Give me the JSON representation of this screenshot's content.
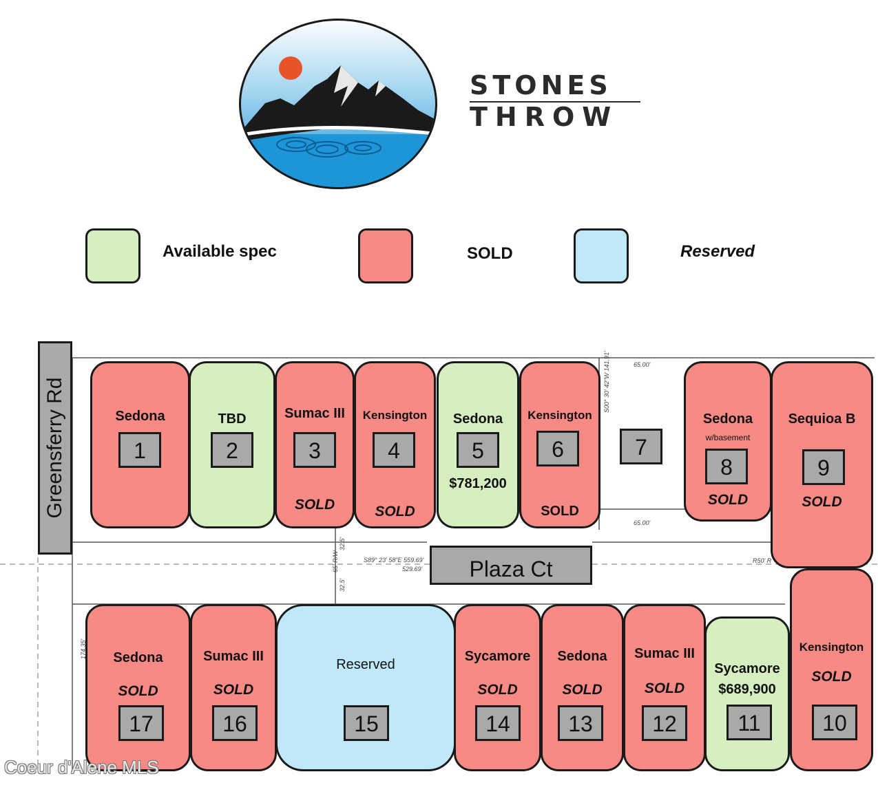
{
  "brand": {
    "line1": "STONES",
    "line2": "THROW"
  },
  "legend": [
    {
      "label": "Available spec",
      "color": "#d5efc0"
    },
    {
      "label": "SOLD",
      "color": "#f88a85"
    },
    {
      "label": "Reserved",
      "color": "#bfe9f8"
    }
  ],
  "roads": {
    "greensferry": "Greensferry Rd",
    "plaza": "Plaza Ct"
  },
  "survey": {
    "s1": "65.00'",
    "s2": "S00° 30' 42\"W 141.91'",
    "s3": "65.00'",
    "s4": "S89° 23' 58\"E 559.69'",
    "s5": "529.69'",
    "s6": "32.5'",
    "s7": "32.5'",
    "s8": "65' R/W",
    "s9": "174.35'",
    "s10": "R50' R"
  },
  "lots": {
    "l1": {
      "num": "1",
      "model": "Sedona"
    },
    "l2": {
      "num": "2",
      "model": "TBD"
    },
    "l3": {
      "num": "3",
      "model": "Sumac III",
      "status": "SOLD"
    },
    "l4": {
      "num": "4",
      "model": "Kensington",
      "status": "SOLD"
    },
    "l5": {
      "num": "5",
      "model": "Sedona",
      "price": "$781,200"
    },
    "l6": {
      "num": "6",
      "model": "Kensington",
      "status": "SOLD"
    },
    "l7": {
      "num": "7"
    },
    "l8": {
      "num": "8",
      "model": "Sedona",
      "note": "w/basement",
      "status": "SOLD"
    },
    "l9": {
      "num": "9",
      "model": "Sequioa B",
      "status": "SOLD"
    },
    "l10": {
      "num": "10",
      "model": "Kensington",
      "status": "SOLD"
    },
    "l11": {
      "num": "11",
      "model": "Sycamore",
      "price": "$689,900"
    },
    "l12": {
      "num": "12",
      "model": "Sumac III",
      "status": "SOLD"
    },
    "l13": {
      "num": "13",
      "model": "Sedona",
      "status": "SOLD"
    },
    "l14": {
      "num": "14",
      "model": "Sycamore",
      "status": "SOLD"
    },
    "l15": {
      "num": "15",
      "model": "Reserved"
    },
    "l16": {
      "num": "16",
      "model": "Sumac III",
      "status": "SOLD"
    },
    "l17": {
      "num": "17",
      "model": "Sedona",
      "status": "SOLD"
    }
  },
  "watermark": "Coeur d'Alene MLS"
}
